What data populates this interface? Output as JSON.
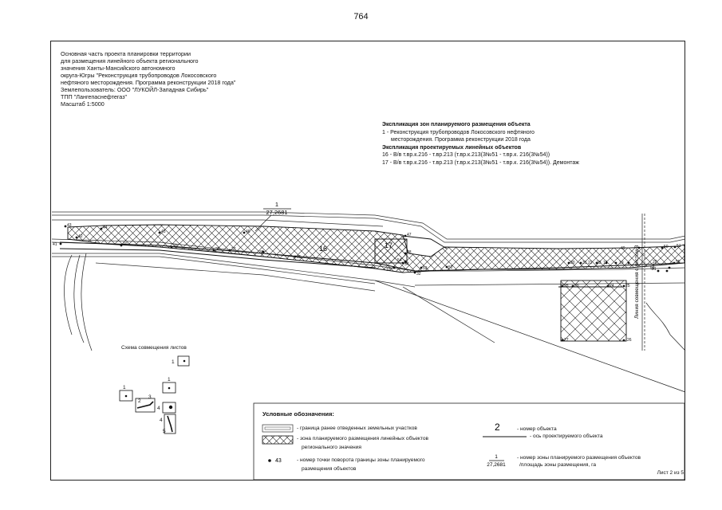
{
  "page_number": "764",
  "title_block": {
    "text": "Основная часть проекта планировки территории\nдля размещения линейного объекта регионального\nзначения Ханты-Мансийского автономного\nокруга-Югры \"Реконструкция трубопроводов Локосовского\nнефтяного месторождения. Программа реконструкции 2018 года\"\nЗемлепользователь: ООО \"ЛУКОЙЛ-Западная Сибирь\"\nТПП \"Лангепаснефтегаз\"\nМасштаб 1:5000"
  },
  "explication": {
    "zones_header": "Экспликация зон планируемого размещения объекта",
    "zone_1_line1": "1 - Реконструкция трубопроводов Локосовского нефтяного",
    "zone_1_line2": "месторождения. Программа реконструкции 2018 года",
    "objects_header": "Экспликация проектируемых линейных объектов",
    "object_16": "16 - В/в т.вр.к.216 - т.вр.213 (т.вр.к.213(3№51 - т.вр.к. 216(3№54))",
    "object_17": "17 - В/в т.вр.к.216 - т.вр.213 (т.вр.к.213(3№51 - т.вр.к. 216(3№54)). Демонтаж"
  },
  "map": {
    "zone_label_number": "1",
    "zone_label_area": "27,2681",
    "object_labels": [
      "16",
      "17"
    ],
    "point_labels": [
      "43",
      "44",
      "45",
      "46",
      "47",
      "48",
      "49",
      "50",
      "51",
      "52",
      "53",
      "54",
      "55",
      "56",
      "36",
      "37",
      "38",
      "39",
      "40",
      "41",
      "42",
      "32",
      "33",
      "34",
      "35",
      "30",
      "31",
      "28",
      "29",
      "24",
      "25",
      "26",
      "27",
      "22",
      "23",
      "20",
      "21",
      "18",
      "19"
    ],
    "sheet_line_label": "Линия совмещения с листом 3"
  },
  "scheme": {
    "title": "Схема совмещения листов",
    "sheets": [
      "1",
      "1",
      "1",
      "2",
      "3",
      "4",
      "4",
      "5"
    ]
  },
  "legend": {
    "title": "Условные обозначения:",
    "items": [
      "- граница ранее отведенных земельных участков",
      "- зона планируемого размещения линейных объектов",
      "регионального значения",
      "- номер точки поворота границы зоны планируемого",
      "размещения объектов"
    ],
    "point_example": "43",
    "right_items": [
      "- номер объекта",
      "- ось проектируемого объекта",
      "- номер зоны планируемого размещения объектов",
      "/площадь зоны размещения, га"
    ],
    "object_number_example": "2",
    "fraction_top": "1",
    "fraction_bottom": "27,2681"
  },
  "sheet_info": "Лист 2 из 5"
}
